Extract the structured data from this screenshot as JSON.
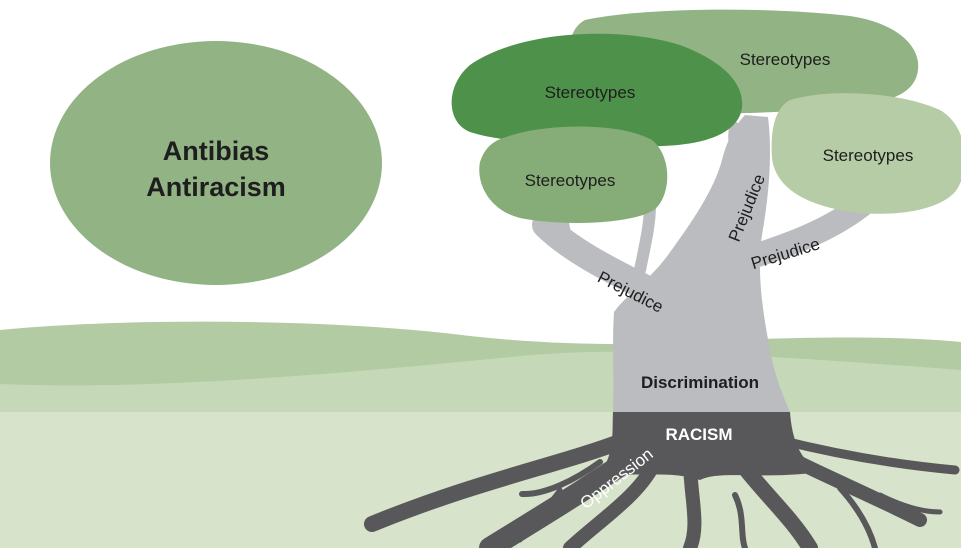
{
  "sun": {
    "line1": "Antibias",
    "line2": "Antiracism"
  },
  "canopy": {
    "top_right": "Stereotypes",
    "top_left": "Stereotypes",
    "middle_left": "Stereotypes",
    "right": "Stereotypes"
  },
  "branches": {
    "left": "Prejudice",
    "trunk": "Prejudice",
    "right": "Prejudice"
  },
  "trunk_label": "Discrimination",
  "roots": {
    "label": "RACISM",
    "oppression": "Oppression"
  },
  "colors": {
    "light_green_cloud": "#92b383",
    "dark_green_cloud": "#4e914a",
    "mid_green_cloud": "#86ad78",
    "pale_green_cloud": "#b6cca6",
    "trunk_gray": "#bbbcc0",
    "root_dark": "#58585a",
    "hill_back": "#b2cba2",
    "hill_front": "#c5d8b8",
    "ground": "#d7e3ca"
  }
}
